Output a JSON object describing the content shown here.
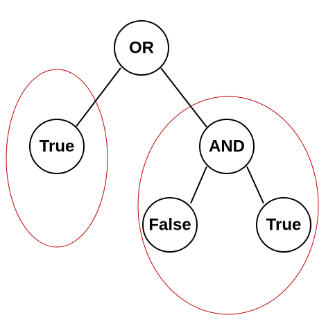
{
  "colors": {
    "node_stroke": "#000000",
    "node_fill": "#ffffff",
    "edge": "#000000",
    "highlight": "#c00000"
  },
  "tree": {
    "root": {
      "label": "OR"
    },
    "left_child": {
      "label": "True"
    },
    "right_child": {
      "label": "AND"
    },
    "right_left_child": {
      "label": "False"
    },
    "right_right_child": {
      "label": "True"
    }
  },
  "highlights": {
    "left_group": "encircles the left subtree (True)",
    "right_group": "encircles the right subtree (AND, False, True)"
  }
}
